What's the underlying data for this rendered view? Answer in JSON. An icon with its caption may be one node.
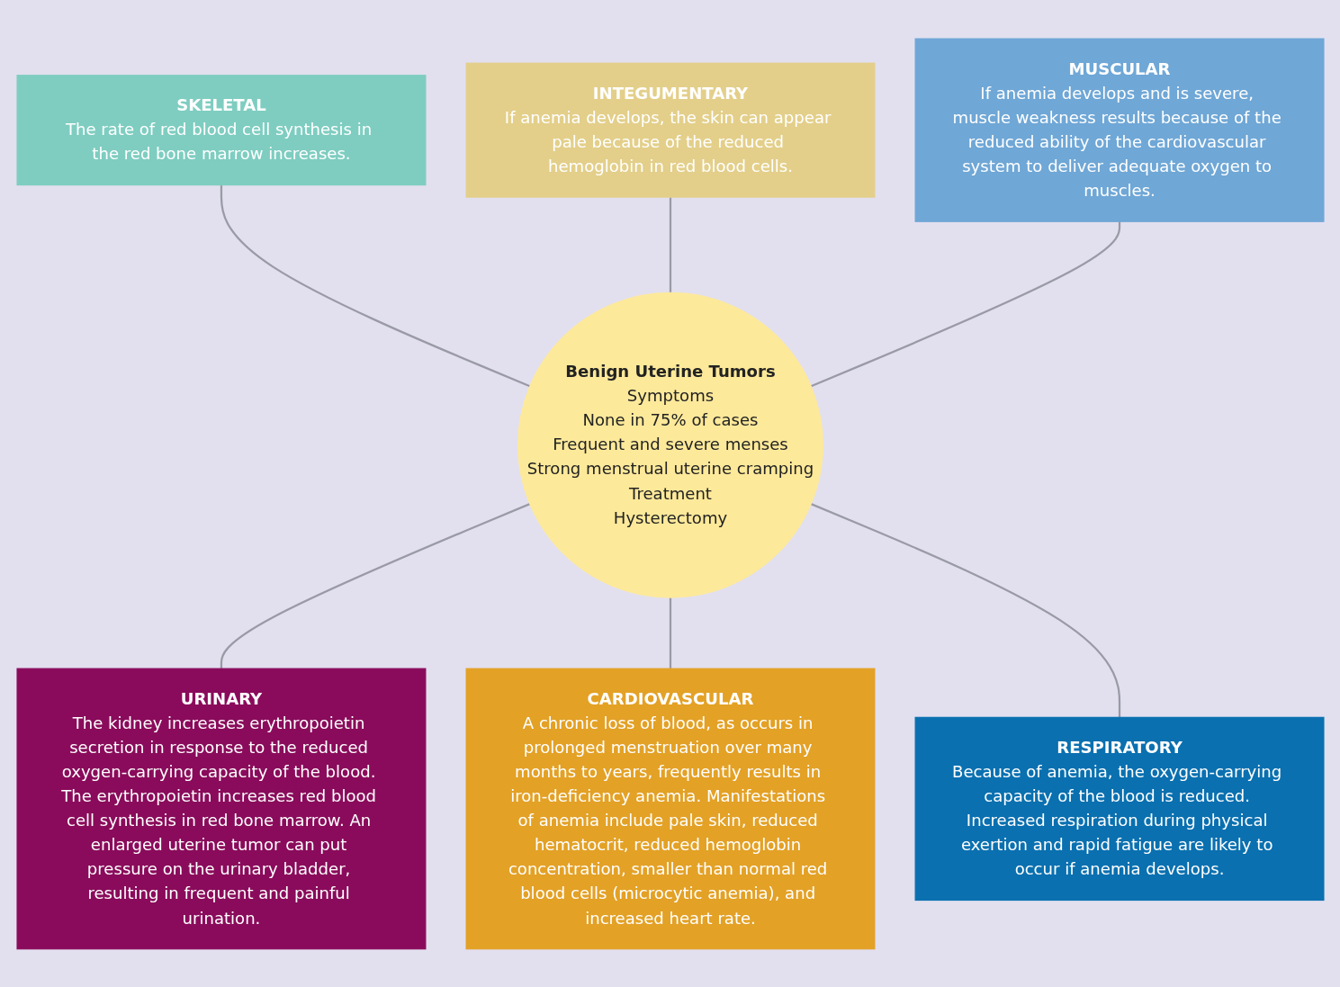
{
  "diagram": {
    "nodes": [
      {
        "text": [
          "SKELETAL",
          "The rate of red blood cell synthesis in the red bone marrow increases."
        ]
      },
      {
        "text": [
          "INTEGUMENTARY",
          "If anemia develops, the skin can appear pale because of the reduced hemoglobin in red blood cells."
        ]
      },
      {
        "text": [
          "MUSCULAR",
          "If anemia develops and is severe, muscle weakness results because of the reduced ability of the cardiovascular system to deliver adequate oxygen to muscles."
        ]
      },
      {
        "text": [
          "Benign Uterine Tumors",
          "Symptoms",
          "None in 75% of cases",
          "Frequent and severe menses",
          "Strong menstrual uterine cramping",
          "Treatment",
          "Hysterectomy"
        ]
      },
      {
        "text": [
          "URINARY",
          "The kidney increases erythropoietin secretion in response to the reduced oxygen-carrying capacity of the blood. The erythropoietin increases red blood cell synthesis in red bone marrow. An enlarged uterine tumor can put pressure on the urinary bladder, resulting in frequent and painful urination."
        ]
      },
      {
        "text": [
          "CARDIOVASCULAR",
          "A chronic loss of blood, as occurs in prolonged menstruation over many months to years, frequently results in iron-deficiency anemia. Manifestations of anemia include pale skin, reduced hematocrit, reduced hemoglobin concentration, smaller than normal red blood cells (microcytic anemia), and increased heart rate."
        ]
      },
      {
        "text": [
          "RESPIRATORY",
          "Because of anemia, the oxygen-carrying capacity of the blood is reduced. Increased respiration during physical exertion and rapid fatigue are likely to occur if anemia develops."
        ]
      }
    ],
    "edges": [
      {
        "from": 3,
        "to": 0,
        "arrow": "none"
      },
      {
        "from": 3,
        "to": 1,
        "arrow": "none"
      },
      {
        "from": 3,
        "to": 2,
        "arrow": "none"
      },
      {
        "from": 3,
        "to": 4,
        "arrow": "none"
      },
      {
        "from": 3,
        "to": 5,
        "arrow": "none"
      },
      {
        "from": 3,
        "to": 6,
        "arrow": "none"
      }
    ]
  }
}
